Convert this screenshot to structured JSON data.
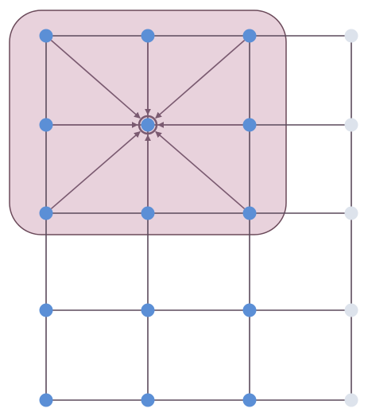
{
  "diagram": {
    "type": "grid-convolution-receptive-field",
    "grid": {
      "columns": 4,
      "rows": 5
    },
    "receptive_field": {
      "columns": [
        0,
        1,
        2
      ],
      "rows": [
        0,
        1,
        2
      ],
      "center": [
        1,
        1
      ]
    },
    "faded_columns": [
      3
    ],
    "colors": {
      "background": "#ffffff",
      "edge": "#5b4a5c",
      "node_active": "#5b8fd6",
      "node_faded": "#dde3ec",
      "highlight_fill": "#e8d2dc",
      "highlight_stroke": "#6b4a5a",
      "arrow": "#7a5a70"
    }
  }
}
